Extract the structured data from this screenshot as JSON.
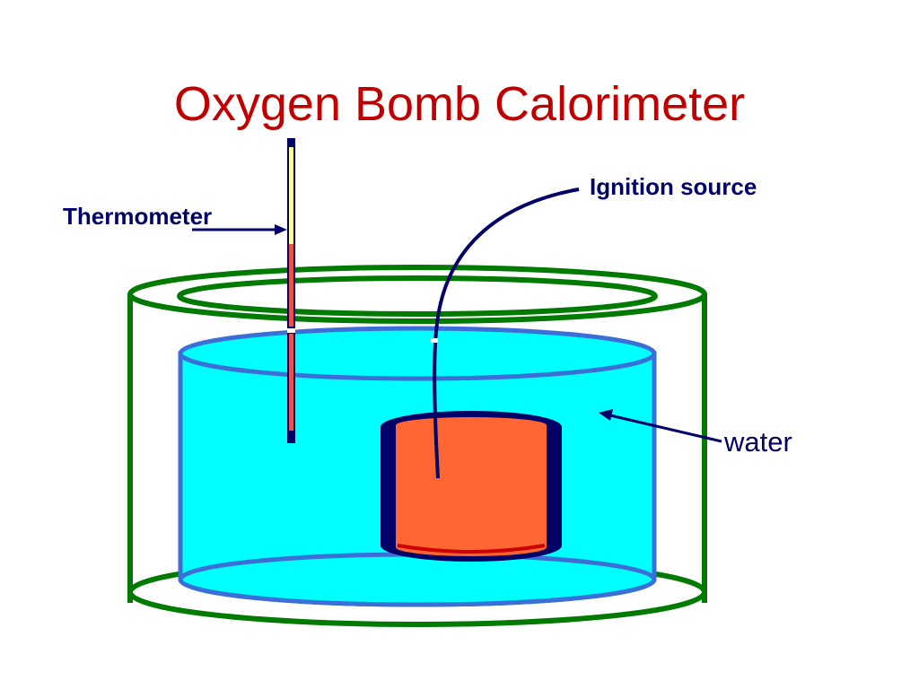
{
  "slide": {
    "title": "Oxygen Bomb Calorimeter"
  },
  "labels": {
    "thermometer": "Thermometer",
    "ignition": "Ignition source",
    "water": "water"
  },
  "colors": {
    "title": "#C00000",
    "label": "#000066",
    "outer_container": "#007A00",
    "water_fill": "#00FFFF",
    "water_edge": "#3A6FD8",
    "bomb_fill": "#FF6633",
    "bomb_wall": "#000066",
    "bomb_base": "#CC0000",
    "thermometer_upper": "#FFFF99",
    "thermometer_lower": "#E5534B",
    "thermometer_frame": "#000066",
    "wire": "#000066"
  }
}
